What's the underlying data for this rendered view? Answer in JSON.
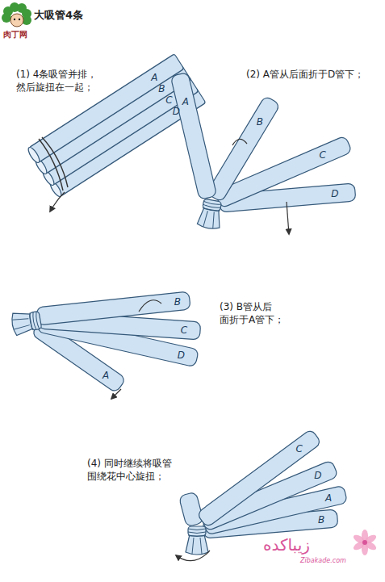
{
  "diagram": {
    "title": "大吸管4条",
    "labels": [
      "肉丁网",
      "(1) 4条吸管并排， 然后旋扭在一起；",
      "A",
      "B",
      "C",
      "D",
      "(2) A管从后面折于D管下；",
      "A",
      "B",
      "C",
      "D",
      "(3) B管从后 面折于A管下；",
      "B",
      "C",
      "D",
      "A",
      "(4) 同时继续将吸管 围绕花中心旋扭；",
      "C",
      "D",
      "A",
      "B",
      "زیباکده",
      "Zibakade.com"
    ]
  }
}
